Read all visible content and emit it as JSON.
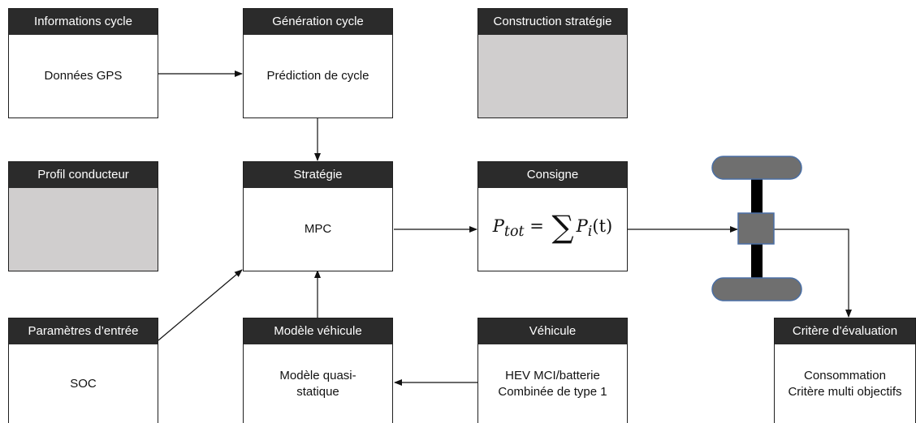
{
  "boxes": {
    "info_cycle": {
      "title": "Informations cycle",
      "body": "Données GPS"
    },
    "gen_cycle": {
      "title": "Génération cycle",
      "body": "Prédiction de cycle"
    },
    "construction": {
      "title": "Construction stratégie",
      "body": ""
    },
    "profil": {
      "title": "Profil conducteur",
      "body": ""
    },
    "strategie": {
      "title": "Stratégie",
      "body": "MPC"
    },
    "consigne": {
      "title": "Consigne",
      "body": ""
    },
    "parametres": {
      "title": "Paramètres d’entrée",
      "body": "SOC"
    },
    "modele": {
      "title": "Modèle véhicule",
      "body_line1": "Modèle quasi-",
      "body_line2": "statique"
    },
    "vehicule": {
      "title": "Véhicule",
      "body_line1": "HEV MCI/batterie",
      "body_line2": "Combinée de type 1"
    },
    "critere": {
      "title": "Critère d’évaluation",
      "body_line1": "Consommation",
      "body_line2": "Critère multi objectifs"
    }
  },
  "formula": {
    "lhs_symbol": "P",
    "lhs_subscript": "tot",
    "equals": "=",
    "sum": "∑",
    "rhs_symbol": "P",
    "rhs_subscript": "i",
    "rhs_argument": "(t)"
  },
  "icons": {
    "drivetrain": "axle-with-wheels-icon"
  },
  "colors": {
    "header_bg": "#2b2b2b",
    "placeholder_fill": "#d0cece",
    "wheel_fill": "#6f6f6f",
    "wheel_stroke": "#4a6fa5",
    "axle": "#000000"
  }
}
